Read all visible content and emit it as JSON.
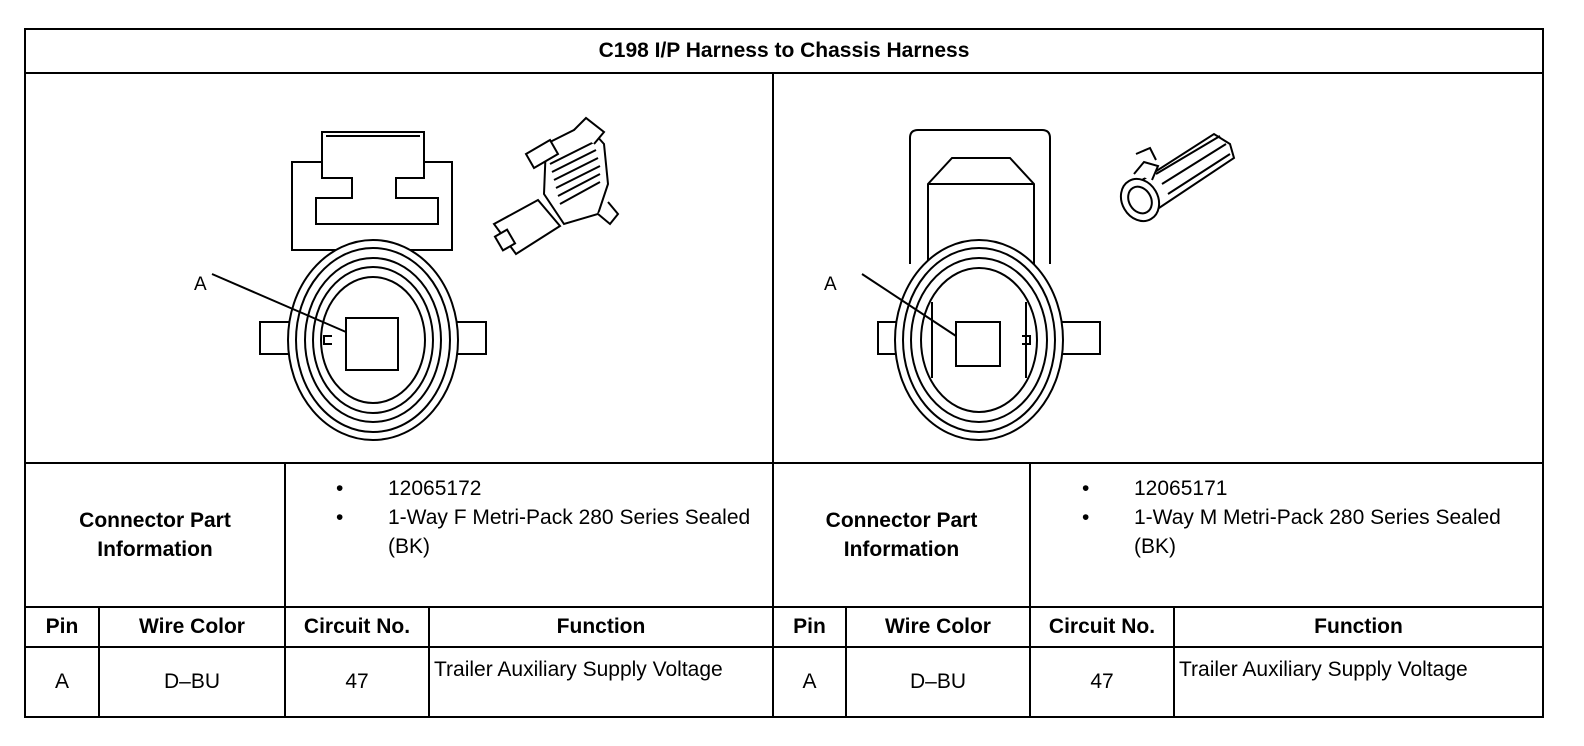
{
  "title": "C198 I/P Harness to Chassis Harness",
  "connectors": [
    {
      "pin_label": "A",
      "info_label": "Connector Part Information",
      "part_info": [
        "12065172",
        "1-Way F Metri-Pack 280 Series Sealed (BK)"
      ],
      "headers": {
        "pin": "Pin",
        "wire_color": "Wire Color",
        "circuit": "Circuit No.",
        "function": "Function"
      },
      "rows": [
        {
          "pin": "A",
          "wire_color": "D–BU",
          "circuit": "47",
          "function": "Trailer Auxiliary Supply Voltage"
        }
      ]
    },
    {
      "pin_label": "A",
      "info_label": "Connector Part Information",
      "part_info": [
        "12065171",
        "1-Way M Metri-Pack 280 Series Sealed (BK)"
      ],
      "headers": {
        "pin": "Pin",
        "wire_color": "Wire Color",
        "circuit": "Circuit No.",
        "function": "Function"
      },
      "rows": [
        {
          "pin": "A",
          "wire_color": "D–BU",
          "circuit": "47",
          "function": "Trailer Auxiliary Supply Voltage"
        }
      ]
    }
  ]
}
